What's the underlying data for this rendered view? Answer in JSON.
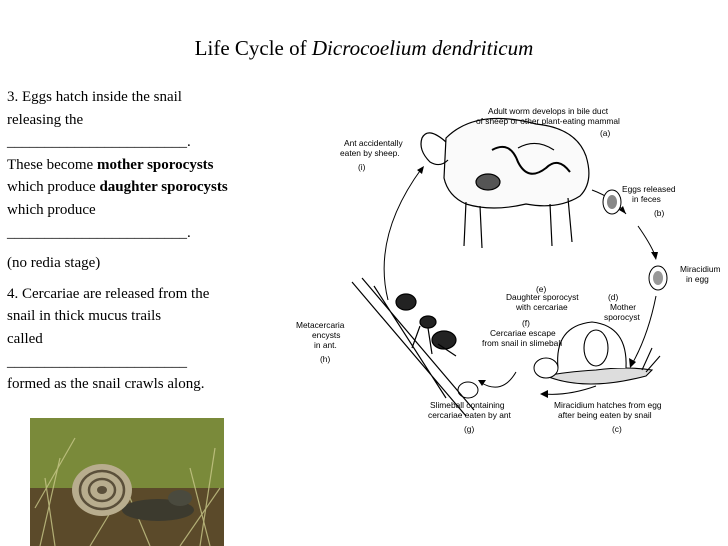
{
  "title": {
    "plain": "Life Cycle of ",
    "italic": "Dicrocoelium dendriticum"
  },
  "notes": {
    "p3_l1": "3.  Eggs hatch inside the snail",
    "p3_l2": "releasing the",
    "blank1": "________________________.",
    "p3_l4a": "These become ",
    "p3_l4b": "mother sporocysts",
    "p3_l5a": "which produce ",
    "p3_l5b": "daughter sporocysts",
    "p3_l6": "which produce",
    "blank2": "________________________.",
    "no_redia": "(no redia stage)",
    "p4_l1": "4.  Cercariae are released from the",
    "p4_l2": "snail in thick mucus trails",
    "p4_l3": "called",
    "blank3": "________________________",
    "p4_l5": "formed as the snail crawls along."
  },
  "diagram": {
    "adult_l1": "Adult worm develops in bile duct",
    "adult_l2": "of sheep or other plant-eating mammal",
    "a": "(a)",
    "ant_eaten_l1": "Ant accidentally",
    "ant_eaten_l2": "eaten by sheep.",
    "i": "(i)",
    "eggs_l1": "Eggs released",
    "eggs_l2": "in feces",
    "b": "(b)",
    "mira_l1": "Miracidium",
    "mira_l2": "in egg",
    "e": "(e)",
    "daughter_l1": "Daughter sporocyst",
    "daughter_l2": "with cercariae",
    "d": "(d)",
    "mother_l1": "Mother",
    "mother_l2": "sporocyst",
    "f": "(f)",
    "escape_l1": "Cercariae escape",
    "escape_l2": "from snail in slimeball",
    "meta_l1": "Metacercaria",
    "meta_l2": "encysts",
    "meta_l3": "in ant.",
    "h": "(h)",
    "slime_l1": "Slimeball containing",
    "slime_l2": "cercariae eaten by ant",
    "g": "(g)",
    "hatch_l1": "Miracidium hatches from egg",
    "hatch_l2": "after being eaten by snail",
    "c": "(c)"
  }
}
